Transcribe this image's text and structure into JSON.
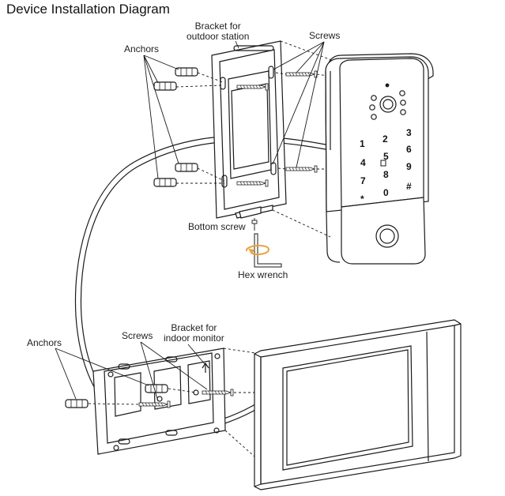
{
  "title": "Device Installation Diagram",
  "labels": {
    "outdoor_bracket": [
      "Bracket for",
      "outdoor station"
    ],
    "screws_top": "Screws",
    "anchors_top": "Anchors",
    "bottom_screw": "Bottom screw",
    "hex_wrench": "Hex wrench",
    "anchors_bottom": "Anchors",
    "screws_bottom": "Screws",
    "indoor_bracket": [
      "Bracket for",
      "indoor monitor"
    ]
  },
  "keypad": {
    "keys": [
      "1",
      "2",
      "3",
      "4",
      "5",
      "6",
      "7",
      "8",
      "9",
      "*",
      "0",
      "#"
    ]
  },
  "colors": {
    "line": "#1a1a1a",
    "wrench_arrow": "#e8a340"
  }
}
